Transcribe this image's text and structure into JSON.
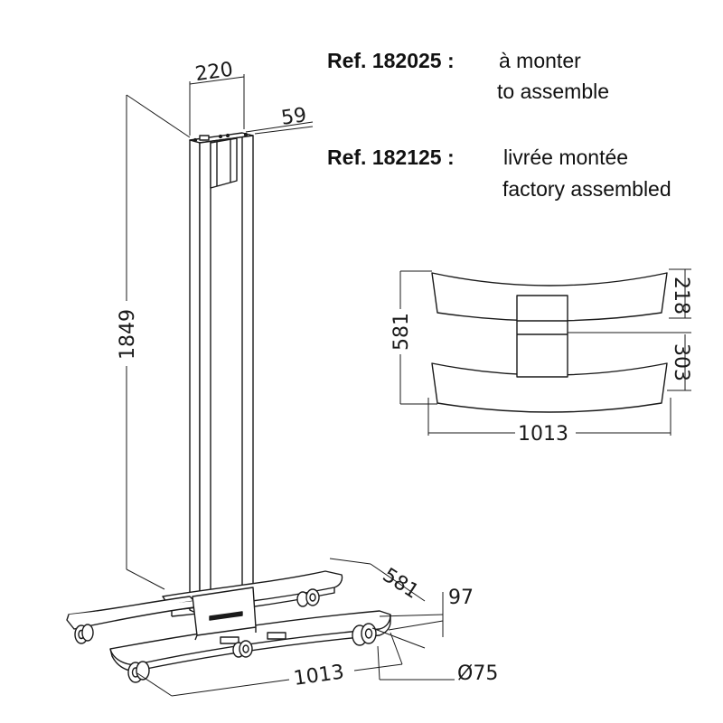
{
  "refs": [
    {
      "ref": "Ref. 182025 :",
      "line1": "à monter",
      "line2": "to assemble"
    },
    {
      "ref": "Ref. 182125 :",
      "line1": "livrée montée",
      "line2": "factory assembled"
    }
  ],
  "dimensions": {
    "column_width": "220",
    "column_depth": "59",
    "height": "1849",
    "base_depth": "581",
    "base_clearance": "97",
    "base_width": "1013",
    "wheel_diameter": "Ø75"
  },
  "top_view": {
    "depth": "581",
    "foot_width": "218",
    "foot_gap": "303",
    "width": "1013"
  },
  "colors": {
    "line": "#1a1a1a",
    "background": "#ffffff"
  }
}
